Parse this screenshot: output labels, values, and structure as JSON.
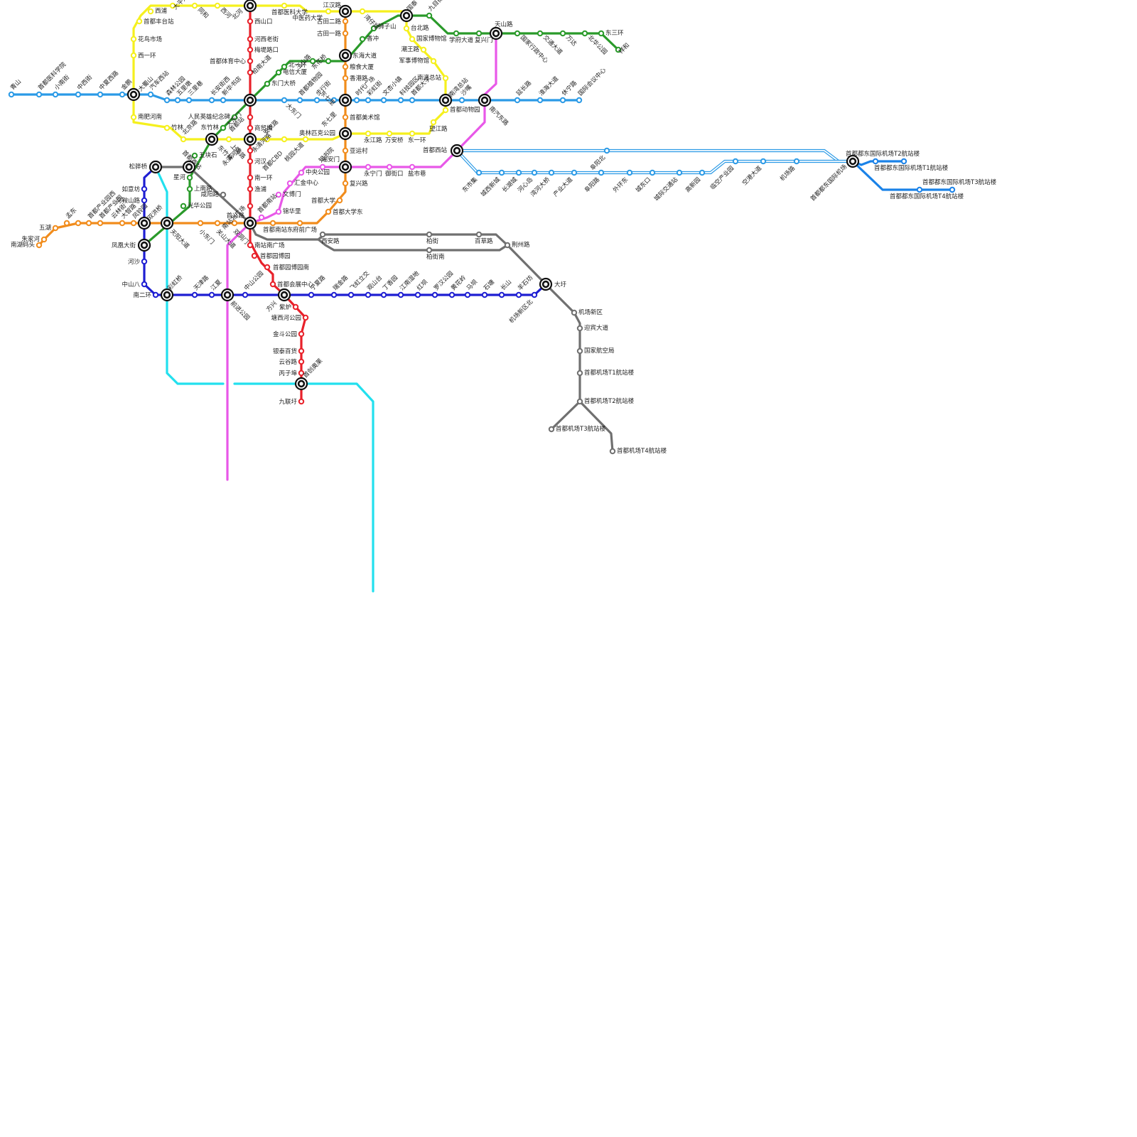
{
  "map": {
    "lines": [
      {
        "id": "red",
        "color": "#e8212a"
      },
      {
        "id": "blue",
        "color": "#2b9ae6"
      },
      {
        "id": "green",
        "color": "#2a9a2a"
      },
      {
        "id": "yellow",
        "color": "#f5f01e"
      },
      {
        "id": "orange",
        "color": "#f18c1c"
      },
      {
        "id": "purple",
        "color": "#e858e8"
      },
      {
        "id": "navy",
        "color": "#1e1ed2"
      },
      {
        "id": "cyan",
        "color": "#22e0ee"
      },
      {
        "id": "gray",
        "color": "#707070"
      },
      {
        "id": "airport-express",
        "color": "#2b9ae6"
      },
      {
        "id": "airport-link",
        "color": "#1a82e8"
      }
    ],
    "labels": {
      "r1": "西山口",
      "r2": "河西老街",
      "r3": "梅堤路口",
      "r4": "首都体育中心",
      "r5": "柏南大道",
      "r6": "北河",
      "r7": "首都站",
      "r8": "商贸城",
      "r9": "永清河路",
      "r10": "河汉",
      "r11": "南一环",
      "r12": "渔浦",
      "r13": "南站北广场",
      "r14": "南站南广场",
      "r15": "首都园博园",
      "r16": "首都园博园南",
      "r17": "首都会展中心",
      "r18": "紫炉",
      "r19": "塘西河公园",
      "r20": "金斗公园",
      "r21": "银泰百货",
      "r22": "云谷路",
      "r23": "丙子埠",
      "r24": "九联圩",
      "b1": "青山",
      "b2": "首都医科学院",
      "b3": "小南街",
      "b4": "中西街",
      "b5": "中夏西路",
      "b6": "金鹏",
      "b7": "大蜀山",
      "b8": "汽车西站",
      "b9": "森林公园",
      "b10": "五里墩",
      "b11": "三里巷",
      "b12": "长安街西",
      "b13": "新华书店",
      "b14": "大东门",
      "b15": "首都植物园",
      "b16": "步行街",
      "b17": "东七里",
      "b18": "时代广场",
      "b19": "彩虹街",
      "b20": "文杏小镇",
      "b21": "科技园区",
      "b22": "首都大学",
      "b23": "沙嘴",
      "b24": "延长路",
      "b25": "淮海大道",
      "b26": "休宁路",
      "b27": "国际会议中心",
      "g1": "北一环",
      "g2": "电信大厦",
      "g3": "东门大桥",
      "g4": "人民英雄纪念碑",
      "g5": "东竹林",
      "g6": "五块石",
      "g7": "星河",
      "g8": "上南路",
      "g9": "光华公园",
      "g10": "玉山路",
      "g11": "东花桥",
      "g12": "香冲",
      "g13": "狮子山",
      "g14": "国泰",
      "g15": "九目街",
      "g16": "学府大道",
      "g17": "复兴门",
      "g18": "天山路",
      "g19": "国家行政中心",
      "g20": "交通大道",
      "g21": "万达",
      "g22": "北华公园",
      "g23": "东三环",
      "g24": "祥和",
      "y1": "西浦",
      "y2": "首都丰台站",
      "y3": "花鸟市场",
      "y4": "西一环",
      "y5": "大平冠",
      "y6": "同和",
      "y7": "西河",
      "y8": "北河",
      "y9": "首都医科大学",
      "y10": "中医药大学",
      "y11": "江汉路",
      "y12": "湾仔路",
      "y13": "台北路",
      "y14": "国家博物馆",
      "y15": "潮王路",
      "y16": "军事博物馆",
      "y17": "南湾总站",
      "y18": "首都动物园",
      "y19": "望江路",
      "y20": "东一环",
      "y21": "万安桥",
      "y22": "永江路",
      "y23": "奥林匹克公园",
      "y24": "首都CBD",
      "y25": "桃园大道",
      "y26": "安农路",
      "y27": "上海路",
      "y28": "北京路",
      "y29": "竹林",
      "y30": "南肥河南",
      "o1": "古田二路",
      "o2": "古田一路",
      "o3": "东海大道",
      "o4": "粮食大厦",
      "o5": "香港路",
      "o6": "首都美术馆",
      "o7": "亚运村",
      "o8": "瑞安门",
      "o9": "复兴路",
      "o10": "首都大学东",
      "o11": "首都大学",
      "o12": "府前广场",
      "o13": "首都南站东",
      "o14": "首义路",
      "o15": "双洞门",
      "o16": "关山大道",
      "o17": "小东门",
      "o18": "风铃园",
      "o19": "大智路",
      "o20": "首都产业园",
      "o21": "首都产业园西",
      "o22": "孟东",
      "o23": "五湖",
      "o24": "朱家河",
      "o25": "南湖码头",
      "o26": "云林街",
      "p1": "首都西站",
      "p2": "南汽东路",
      "p3": "盐市巷",
      "p4": "御街口",
      "p5": "永宁门",
      "p6": "知书院",
      "p7": "中央公园",
      "p8": "汇金中心",
      "p9": "文博门",
      "p10": "锦华里",
      "p11": "首都南站",
      "n1": "松骅桥",
      "n2": "如意坊",
      "n3": "马鞍山路",
      "n4": "双洪桥",
      "n5": "凤凰大街",
      "n6": "河沙",
      "n7": "中山八",
      "n8": "南二环",
      "n9": "彩虹桥",
      "n10": "天津路",
      "n11": "江夏",
      "n12": "前进公园",
      "n13": "中山公园",
      "n14": "方兴",
      "n15": "宁夏路",
      "n16": "瑞金路",
      "n17": "飞虹立交",
      "n18": "观山台",
      "n19": "丁香园",
      "n20": "江南湿地",
      "n21": "红坝",
      "n22": "罗汉公园",
      "n23": "黄花岭",
      "n24": "马坝",
      "n25": "石塘",
      "n26": "长山",
      "n27": "羊石坊",
      "n28": "机场新区北",
      "c1": "天阳大道",
      "c2": "首创奥莱",
      "k1": "首都西站",
      "k2": "咸阳路",
      "k3": "西安路",
      "k4": "柏街",
      "k5": "柏街南",
      "k6": "百草路",
      "k7": "荆州路",
      "k8": "大圩",
      "k9": "机场新区",
      "k10": "迎宾大道",
      "k11": "国家航空局",
      "k12": "首都机场T1航站楼",
      "k13": "首都机场T2航站楼",
      "k14": "首都机场T3航站楼",
      "k15": "首都机场T4航站楼",
      "a1": "东市集",
      "a2": "城西新城",
      "a3": "长湖城",
      "a4": "河心岛",
      "a5": "湾河大桥",
      "a6": "产业大道",
      "a7": "阜阳北",
      "a8": "阜阳路",
      "a9": "外环东",
      "a10": "城东口",
      "a11": "城际交通站",
      "a12": "高新园",
      "a13": "临空产业园",
      "a14": "空港大道",
      "a15": "机场路",
      "a16": "首都都东国际机场",
      "a17": "首都都东国际机场T2航站楼",
      "a18": "首都都东国际机场T1航站楼",
      "a19": "首都都东国际机场T3航站楼",
      "a20": "首都都东国际机场T4航站楼"
    }
  }
}
